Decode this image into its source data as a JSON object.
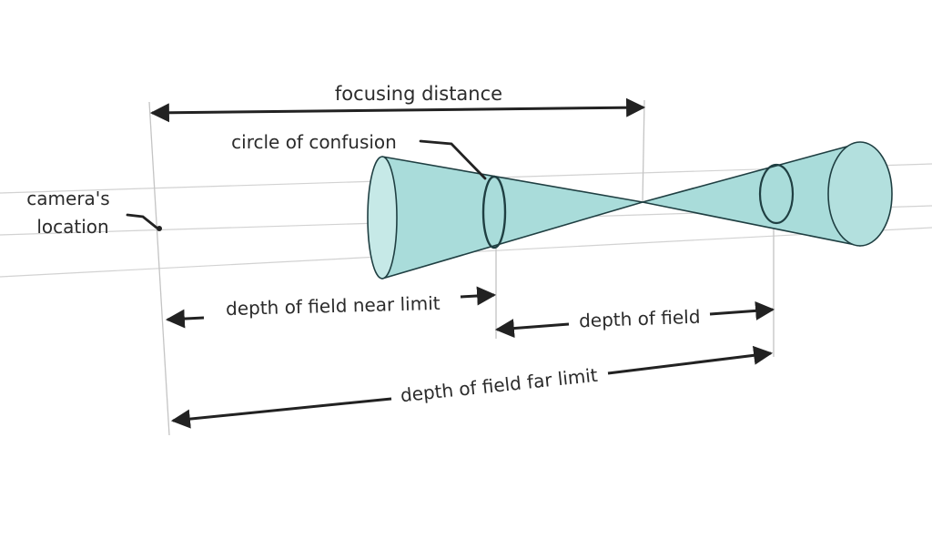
{
  "labels": {
    "focusing_distance": "focusing distance",
    "circle_of_confusion": "circle of confusion",
    "camera_location_line1": "camera's",
    "camera_location_line2": "location",
    "near_limit": "depth of field near limit",
    "depth_of_field": "depth of field",
    "far_limit": "depth of field far limit"
  },
  "colors": {
    "cone_fill": "#a9dcda",
    "cone_fill_light": "#c6e9e7",
    "cone_stroke": "#1f3f42",
    "line": "#222222",
    "guide": "#cfcfcf"
  }
}
